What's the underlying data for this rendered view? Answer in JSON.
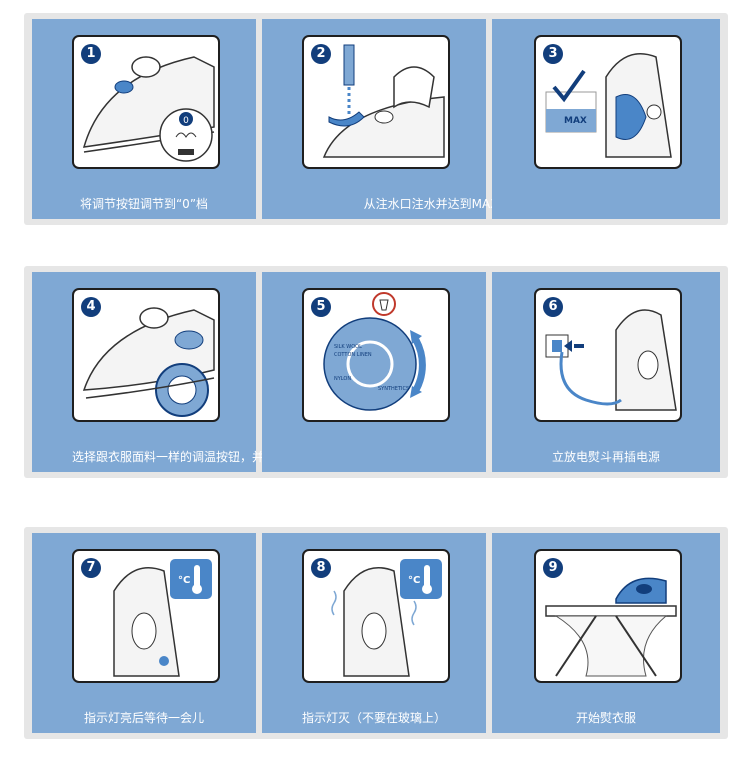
{
  "steps": [
    {
      "number": "1",
      "caption": "将调节按钮调节到“0”档",
      "dial_value": "0"
    },
    {
      "number": "2",
      "caption": "从注水口注水并达到MAX的位置"
    },
    {
      "number": "3",
      "caption": "",
      "max_label": "MAX"
    },
    {
      "number": "4",
      "caption": "选择跟衣服面料一样的调温按钮，并将选择的面料类型对准此处的突出处"
    },
    {
      "number": "5",
      "caption": "",
      "dial_labels": [
        "SILK WOOL",
        "COTTON LINEN",
        "SYNTHETICS",
        "NYLON"
      ]
    },
    {
      "number": "6",
      "caption": "立放电熨斗再插电源"
    },
    {
      "number": "7",
      "caption": "指示灯亮后等待一会儿",
      "temp_label": "°C"
    },
    {
      "number": "8",
      "caption": "指示灯灭（不要在玻璃上）",
      "temp_label": "°C"
    },
    {
      "number": "9",
      "caption": "开始熨衣服"
    }
  ],
  "colors": {
    "panel": "#7fa8d4",
    "badge": "#123e7c",
    "accent": "#4a86c8",
    "row_bg": "#e6e6e6"
  }
}
